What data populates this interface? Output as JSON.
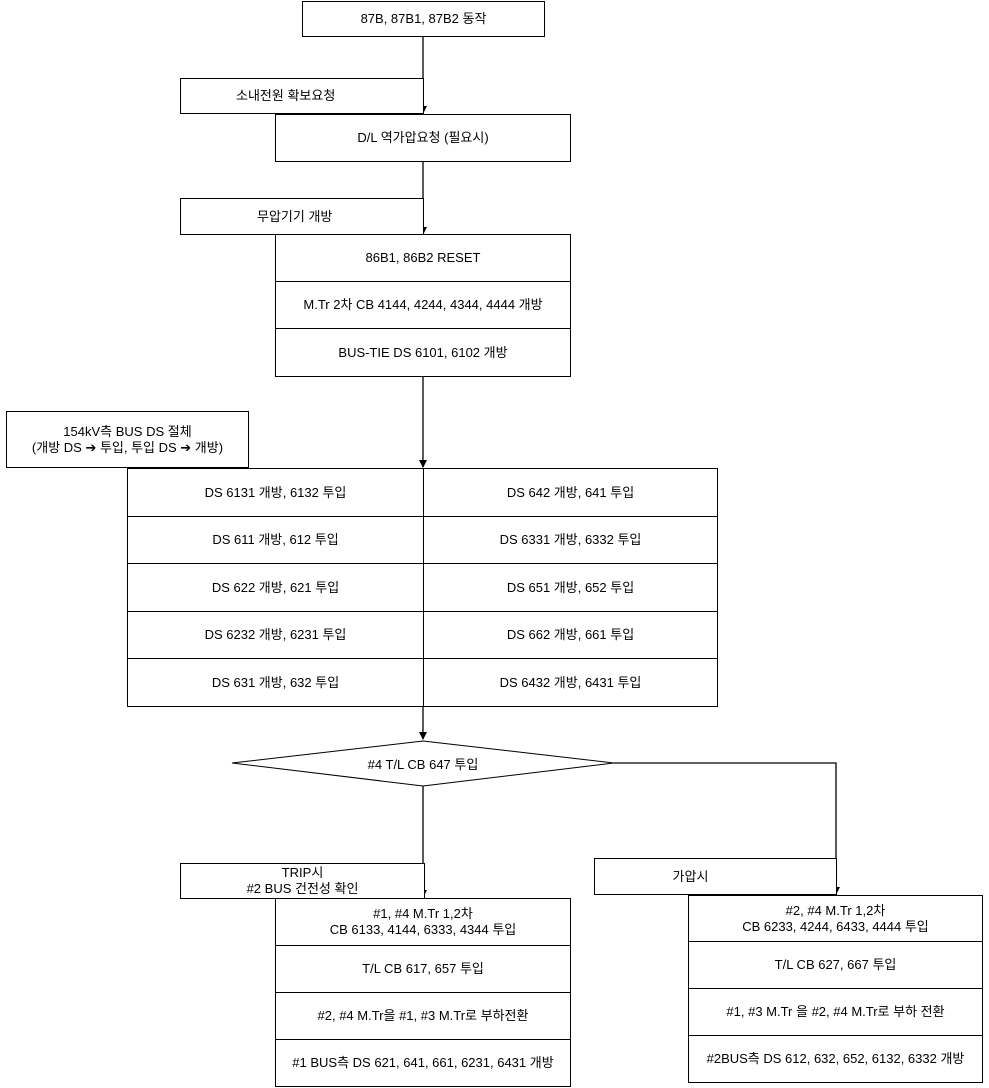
{
  "start": "87B, 87B1, 87B2 동작",
  "side_notes": {
    "internal_power": "소내전원 확보요청",
    "no_voltage_open": "무압기기 개방",
    "bus_ds_change": "154kV측 BUS DS 절체\n(개방 DS ➔ 투입, 투입 DS ➔ 개방)",
    "trip_note": "TRIP시\n#2 BUS 건전성 확인",
    "energized_note": "가압시"
  },
  "dl_request": "D/L 역가압요청 (필요시)",
  "reset_steps": [
    "86B1, 86B2 RESET",
    "M.Tr 2차 CB 4144, 4244, 4344, 4444 개방",
    "BUS-TIE DS 6101, 6102 개방"
  ],
  "ds_grid": {
    "left": [
      "DS 6131 개방, 6132 투입",
      "DS 611 개방, 612 투입",
      "DS 622 개방, 621 투입",
      "DS 6232 개방, 6231 투입",
      "DS 631 개방, 632 투입"
    ],
    "right": [
      "DS 642 개방, 641 투입",
      "DS 6331 개방, 6332 투입",
      "DS 651 개방, 652 투입",
      "DS 662 개방, 661 투입",
      "DS 6432 개방, 6431 투입"
    ]
  },
  "decision": "#4 T/L CB 647 투입",
  "trip_branch": [
    "#1, #4 M.Tr 1,2차\nCB 6133, 4144, 6333, 4344 투입",
    "T/L CB 617, 657 투입",
    "#2, #4 M.Tr을 #1, #3 M.Tr로 부하전환",
    "#1 BUS측 DS 621, 641, 661, 6231, 6431 개방"
  ],
  "energized_branch": [
    "#2, #4 M.Tr 1,2차\nCB 6233, 4244, 6433, 4444 투입",
    "T/L CB 627, 667 투입",
    "#1, #3 M.Tr 을 #2, #4 M.Tr로 부하 전환",
    "#2BUS측 DS 612, 632, 652, 6132, 6332 개방"
  ]
}
